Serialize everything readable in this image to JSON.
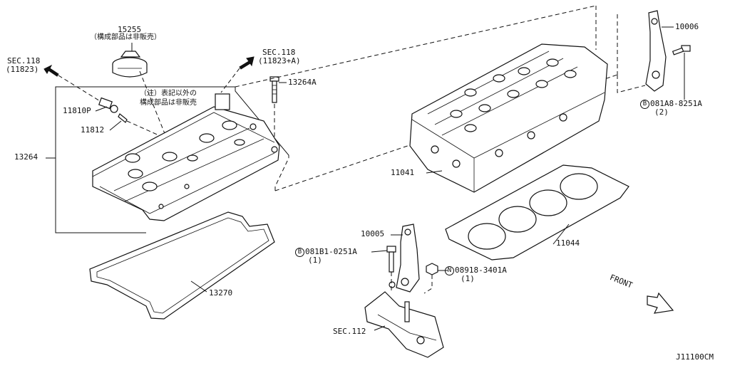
{
  "labels": {
    "p15255": "15255",
    "p15255_note": "（構成部品は非販売）",
    "sec118_left": "SEC.118",
    "sec118_left_sub": "(11823)",
    "sec118_right": "SEC.118",
    "sec118_right_sub": "(11823+A)",
    "p13264A": "13264A",
    "note_line1": "（注）表記以外の",
    "note_line2": "構成部品は非販売",
    "p11810P": "11810P",
    "p11812": "11812",
    "p13264": "13264",
    "p13270": "13270",
    "p11041": "11041",
    "p11044": "11044",
    "p10005": "10005",
    "p10006": "10006",
    "b_081A8": "081A8-8251A",
    "b_081A8_qty": "(2)",
    "b_081B1": "081B1-0251A",
    "b_081B1_qty": "(1)",
    "n_08918": "08918-3401A",
    "n_08918_qty": "(1)",
    "sec112": "SEC.112",
    "front": "FRONT",
    "diagram_code": "J11100CM",
    "circle_b": "B",
    "circle_n": "N"
  },
  "icons": {
    "front_arrow": "front-arrow-icon",
    "sec_arrow": "sec-arrow-icon"
  },
  "colors": {
    "line": "#111111",
    "background": "#ffffff"
  }
}
